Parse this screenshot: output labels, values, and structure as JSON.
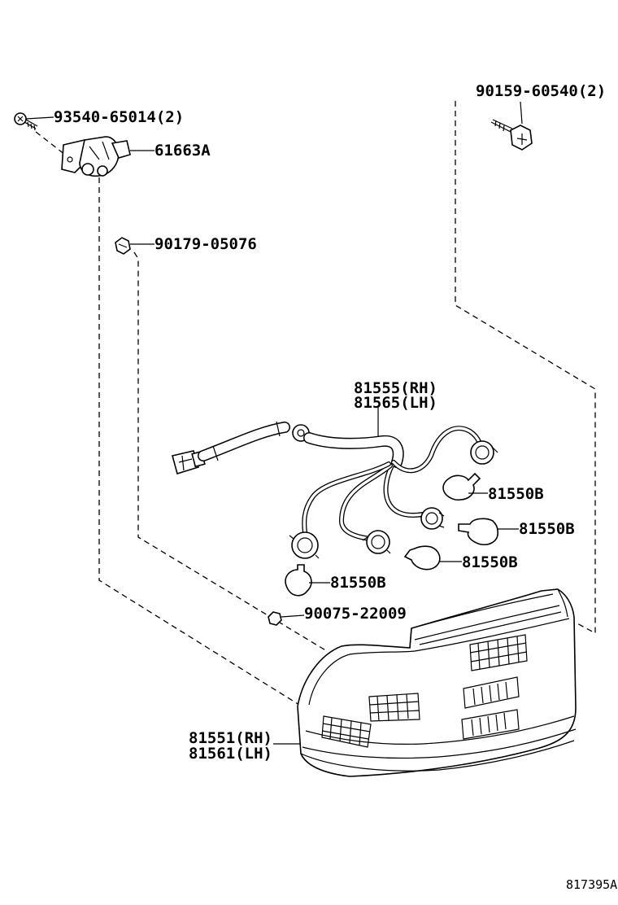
{
  "labels": {
    "screw_top_left": "93540-65014(2)",
    "socket": "61663A",
    "nut_clip": "90179-05076",
    "screw_top_right": "90159-60540(2)",
    "harness_rh": "81555(RH)",
    "harness_lh": "81565(LH)",
    "bulb_1": "81550B",
    "bulb_2": "81550B",
    "bulb_3": "81550B",
    "bulb_4": "81550B",
    "nut": "90075-22009",
    "lamp_rh": "81551(RH)",
    "lamp_lh": "81561(LH)",
    "figure_id": "817395A"
  }
}
